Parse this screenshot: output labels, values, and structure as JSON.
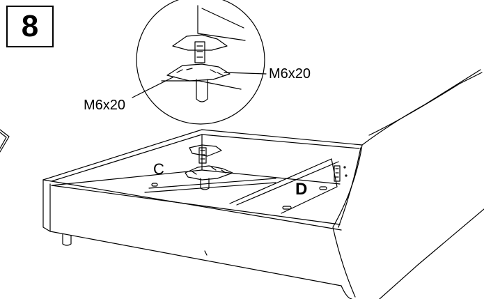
{
  "step": {
    "number": "8"
  },
  "callouts": {
    "bolt_right": "M6x20",
    "bolt_left": "M6x20"
  },
  "parts": {
    "c": "C",
    "d": "D"
  },
  "colors": {
    "line": "#000000",
    "background": "#ffffff"
  }
}
